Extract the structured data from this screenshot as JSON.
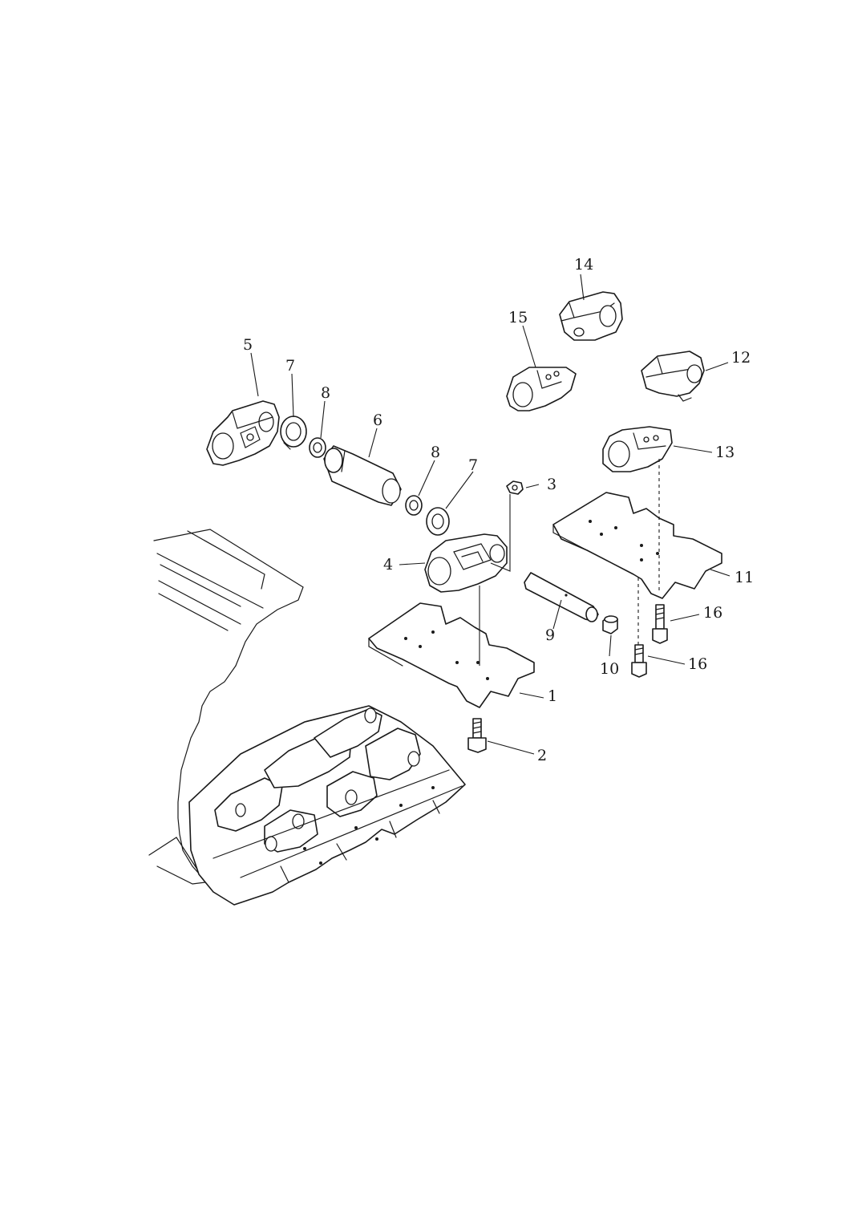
{
  "diagram": {
    "callouts": [
      {
        "id": "c1",
        "label": "1"
      },
      {
        "id": "c2",
        "label": "2"
      },
      {
        "id": "c3",
        "label": "3"
      },
      {
        "id": "c4",
        "label": "4"
      },
      {
        "id": "c5",
        "label": "5"
      },
      {
        "id": "c6",
        "label": "6"
      },
      {
        "id": "c7a",
        "label": "7"
      },
      {
        "id": "c7b",
        "label": "7"
      },
      {
        "id": "c8a",
        "label": "8"
      },
      {
        "id": "c8b",
        "label": "8"
      },
      {
        "id": "c9",
        "label": "9"
      },
      {
        "id": "c10",
        "label": "10"
      },
      {
        "id": "c11",
        "label": "11"
      },
      {
        "id": "c12",
        "label": "12"
      },
      {
        "id": "c13",
        "label": "13"
      },
      {
        "id": "c14",
        "label": "14"
      },
      {
        "id": "c15",
        "label": "15"
      },
      {
        "id": "c16a",
        "label": "16"
      },
      {
        "id": "c16b",
        "label": "16"
      }
    ]
  }
}
